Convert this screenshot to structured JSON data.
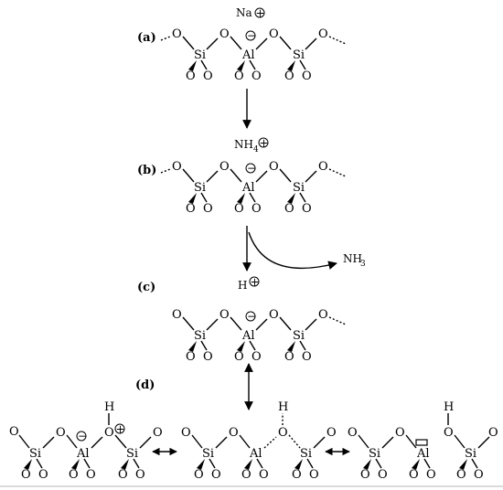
{
  "labels": {
    "a": "(a)",
    "b": "(b)",
    "c": "(c)",
    "d": "(d)"
  },
  "cations": {
    "a": "Na",
    "b": "NH",
    "b_sub": "4",
    "c": "H"
  },
  "released": {
    "text": "NH",
    "sub": "3"
  },
  "atoms": {
    "si": "Si",
    "al": "Al",
    "o": "O",
    "h": "H"
  },
  "charges": {
    "plus": "+",
    "minus": "−"
  },
  "bottom": {
    "line_color": "#b5b5b5"
  }
}
